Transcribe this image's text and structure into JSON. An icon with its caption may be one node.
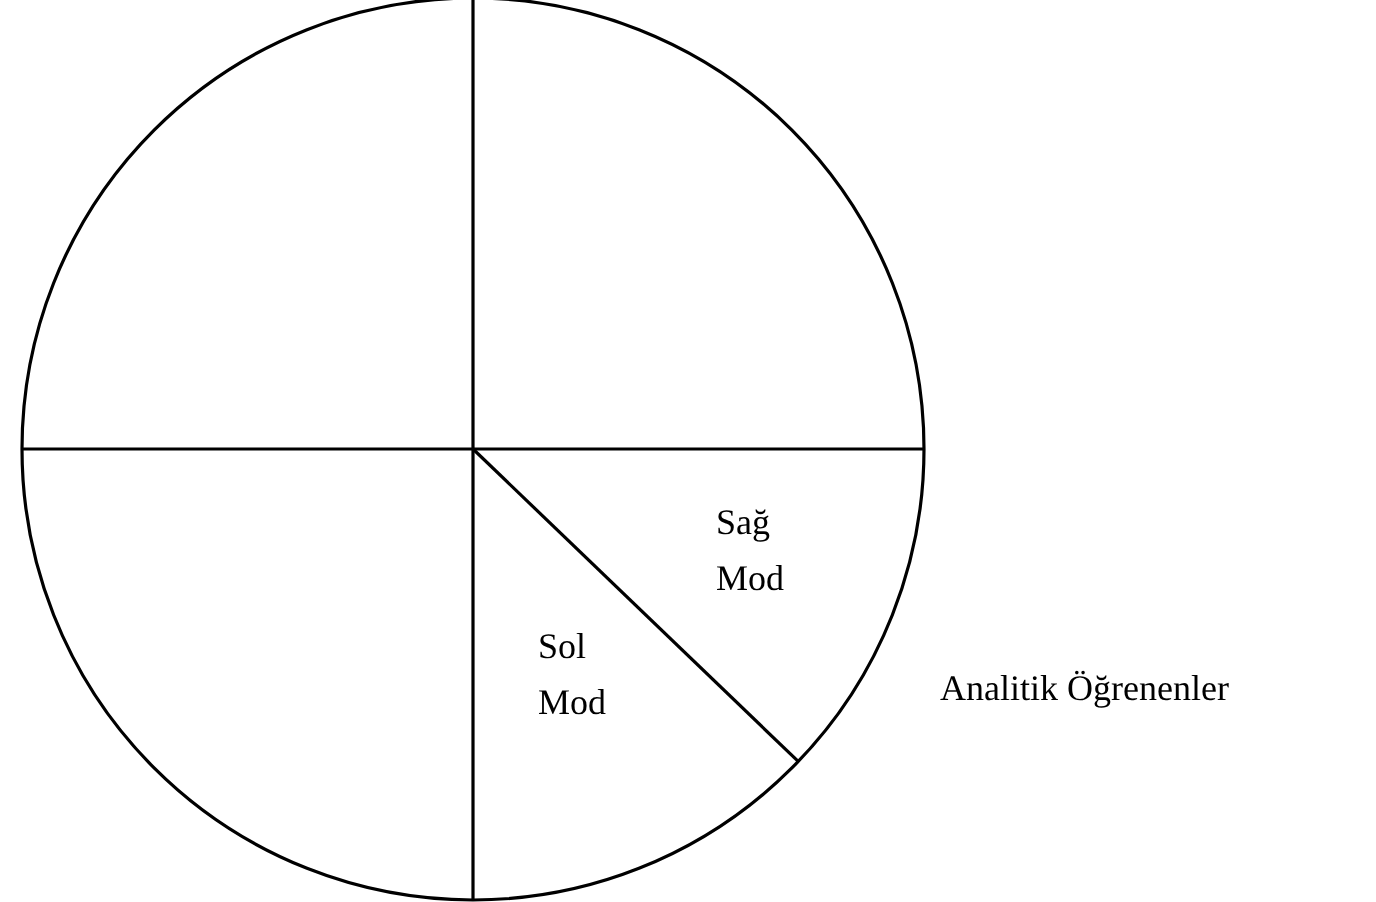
{
  "diagram": {
    "labels": [
      "Sağ Mod",
      "Sol Mod",
      "Analitik Öğrenenler"
    ]
  }
}
